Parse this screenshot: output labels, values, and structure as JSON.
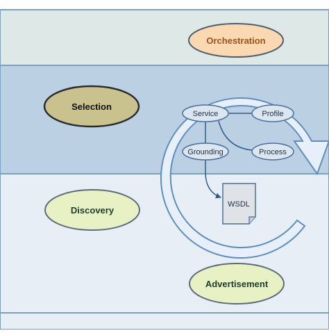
{
  "layers": {
    "orchestration": "Orchestration",
    "selection": "Selection",
    "discovery": "Discovery",
    "advertisement": "Advertisement"
  },
  "ontology": {
    "service": "Service",
    "profile": "Profile",
    "grounding": "Grounding",
    "process": "Process",
    "wsdl": "WSDL"
  },
  "colors": {
    "band_orchestration": "#dde8e7",
    "band_selection": "#bcd0e4",
    "band_discovery": "#e8eef5",
    "band_advertisement": "#e6eef6",
    "band_border": "#7a9fc5",
    "orchestration_fill": "#fad9b2",
    "selection_fill": "#c9c28e",
    "green_fill": "#e8f1c4",
    "node_fill": "#dbe6f1",
    "node_border": "#4a6e9a",
    "cycle_arrow_fill": "#e7f0fa",
    "cycle_arrow_border": "#5f8dc0"
  },
  "icons": [
    "cycle-arrow-icon",
    "wsdl-document-icon"
  ]
}
